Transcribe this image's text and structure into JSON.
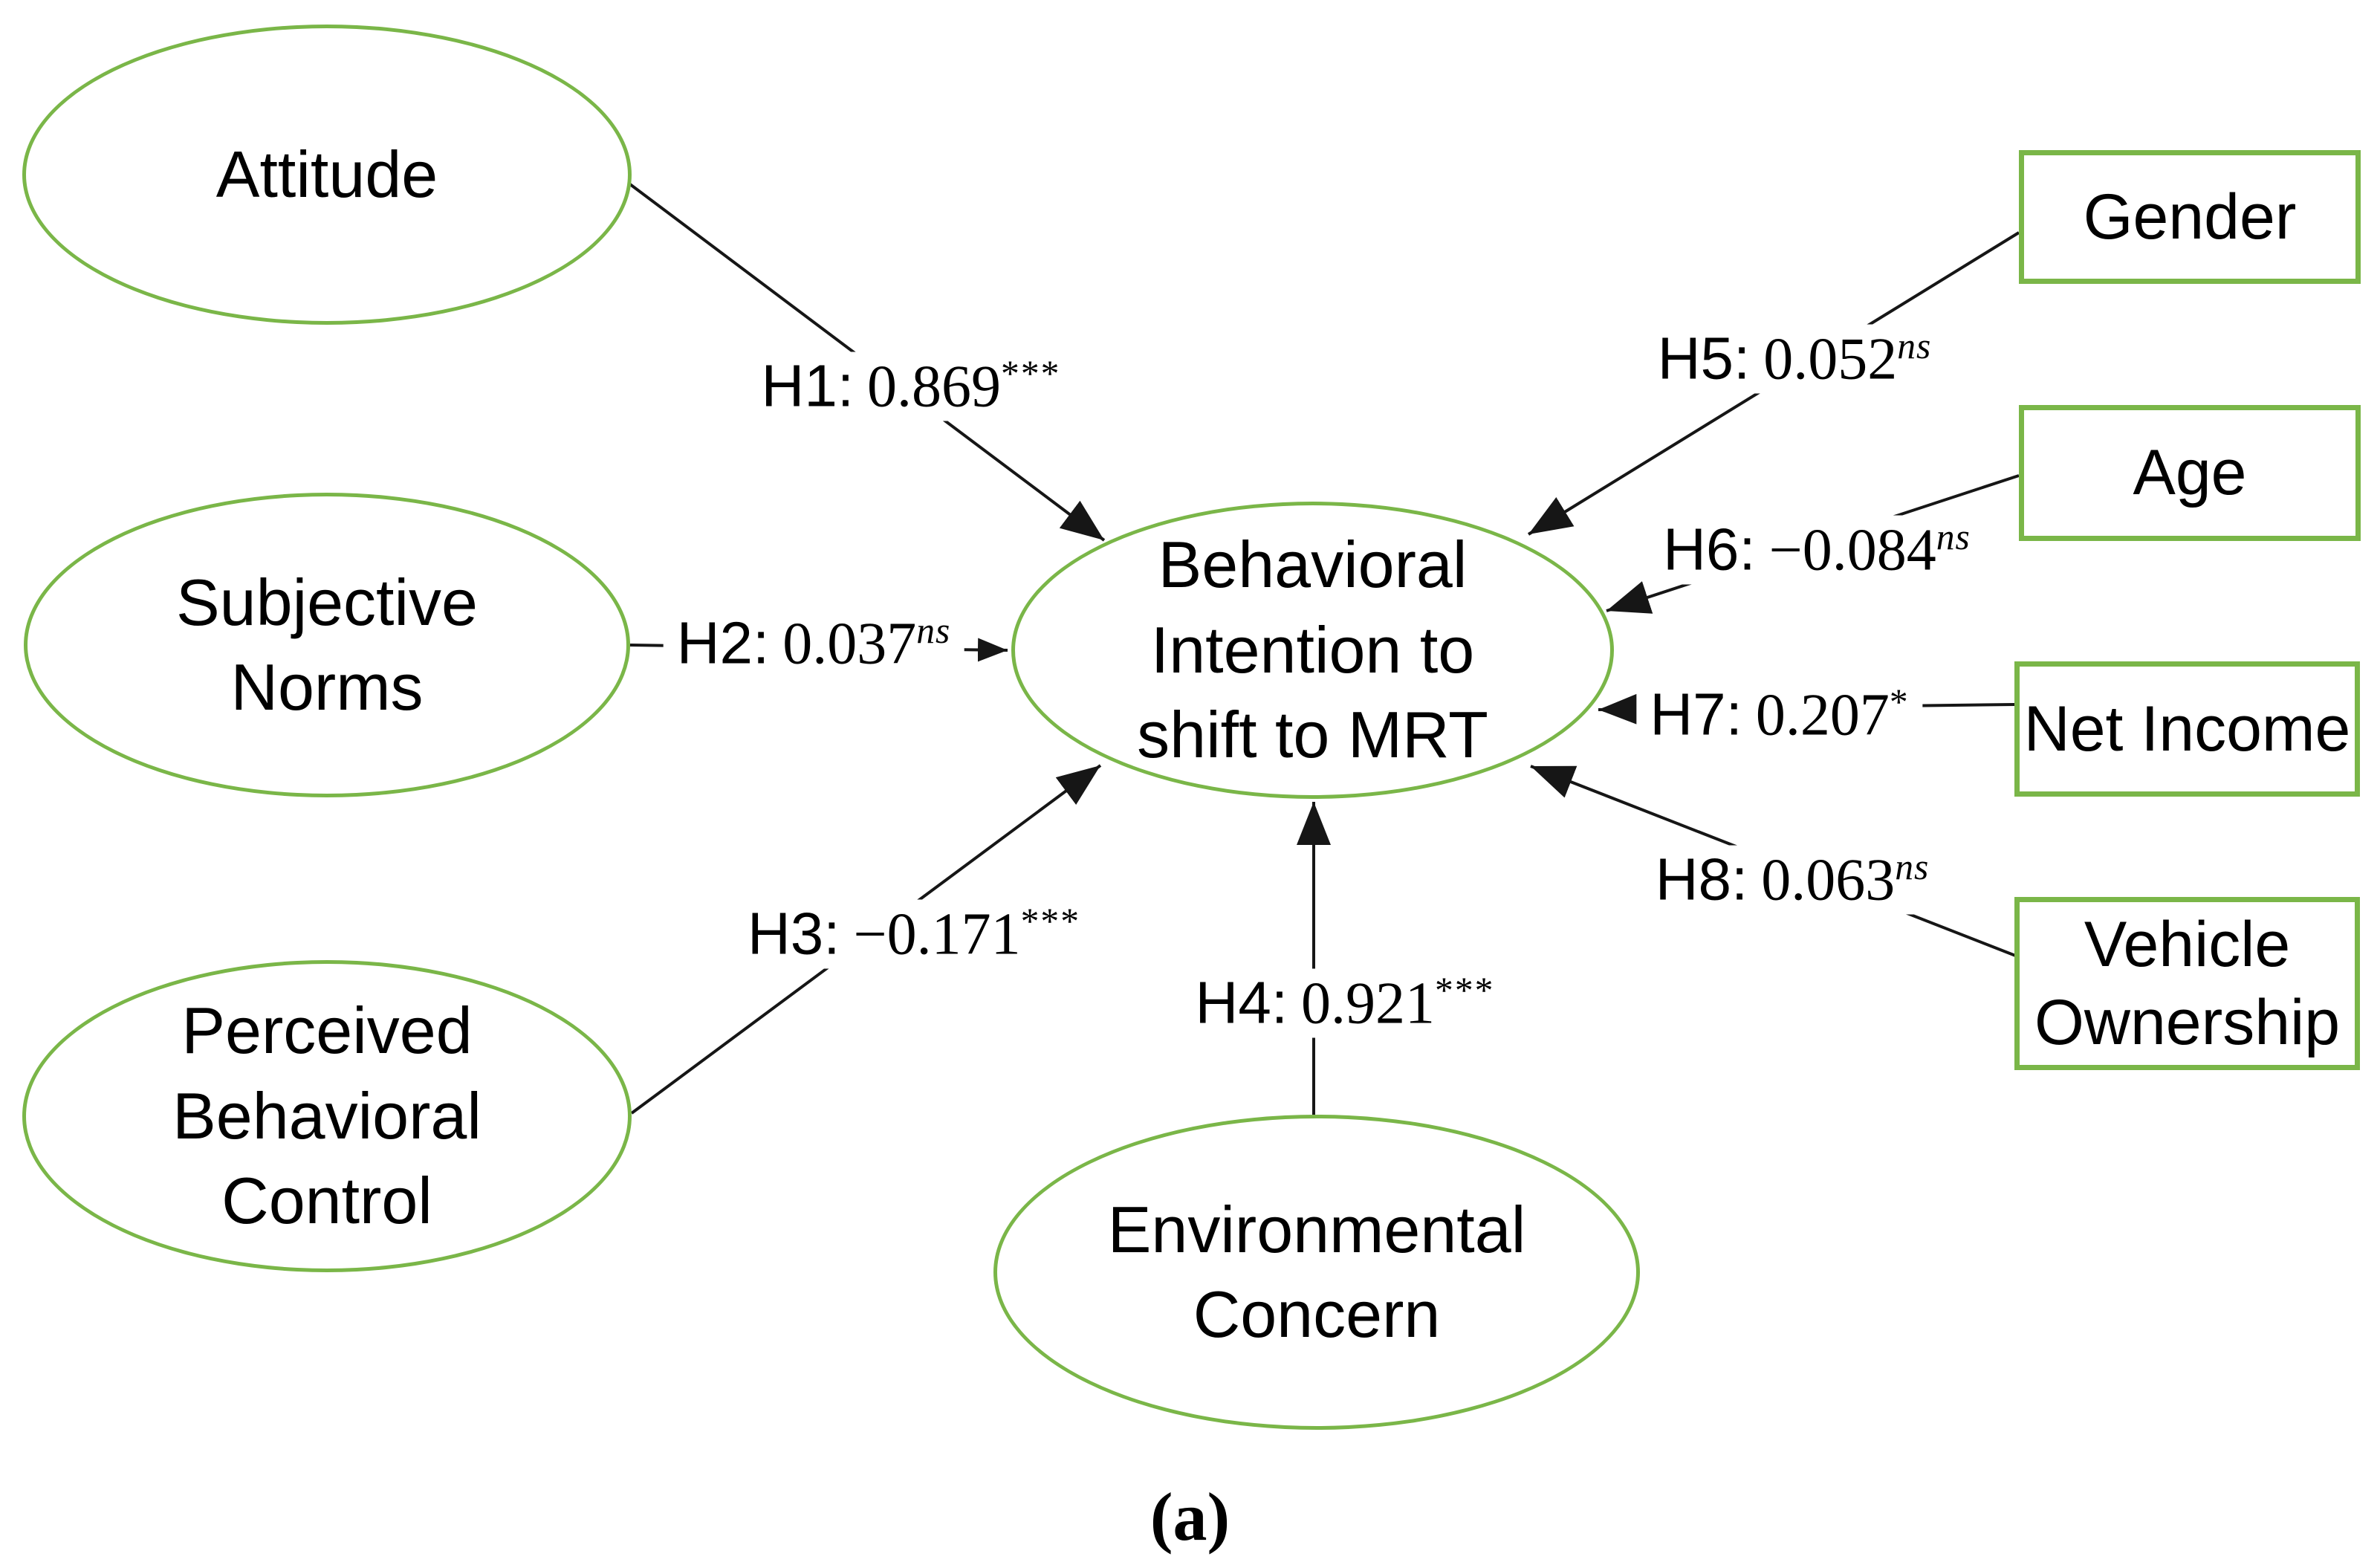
{
  "figure": {
    "caption": "(a)",
    "colors": {
      "node_border": "#7ab648",
      "line": "#161616",
      "text": "#000000",
      "bg": "#ffffff"
    }
  },
  "nodes": {
    "latent": [
      {
        "id": "attitude",
        "label": "Attitude"
      },
      {
        "id": "subjective-norms",
        "label": "Subjective Norms"
      },
      {
        "id": "perceived-behavioral-control",
        "label": "Perceived Behavioral Control"
      },
      {
        "id": "environmental-concern",
        "label": "Environmental Concern"
      },
      {
        "id": "behavioral-intention",
        "label": "Behavioral Intention to shift to MRT"
      }
    ],
    "observed": [
      {
        "id": "gender",
        "label": "Gender"
      },
      {
        "id": "age",
        "label": "Age"
      },
      {
        "id": "net-income",
        "label": "Net Income"
      },
      {
        "id": "vehicle-ownership",
        "label": "Vehicle Ownership"
      }
    ]
  },
  "paths": [
    {
      "id": "H1",
      "from": "Attitude",
      "to": "Behavioral Intention to shift to MRT",
      "hypothesis": "H1:",
      "value": "0.869",
      "significance": "***"
    },
    {
      "id": "H2",
      "from": "Subjective Norms",
      "to": "Behavioral Intention to shift to MRT",
      "hypothesis": "H2:",
      "value": "0.037",
      "significance": "ns"
    },
    {
      "id": "H3",
      "from": "Perceived Behavioral Control",
      "to": "Behavioral Intention to shift to MRT",
      "hypothesis": "H3:",
      "value": "−0.171",
      "significance": "***"
    },
    {
      "id": "H4",
      "from": "Environmental Concern",
      "to": "Behavioral Intention to shift to MRT",
      "hypothesis": "H4:",
      "value": "0.921",
      "significance": "***"
    },
    {
      "id": "H5",
      "from": "Gender",
      "to": "Behavioral Intention to shift to MRT",
      "hypothesis": "H5:",
      "value": "0.052",
      "significance": "ns"
    },
    {
      "id": "H6",
      "from": "Age",
      "to": "Behavioral Intention to shift to MRT",
      "hypothesis": "H6:",
      "value": "−0.084",
      "significance": "ns"
    },
    {
      "id": "H7",
      "from": "Net Income",
      "to": "Behavioral Intention to shift to MRT",
      "hypothesis": "H7:",
      "value": "0.207",
      "significance": "*"
    },
    {
      "id": "H8",
      "from": "Vehicle Ownership",
      "to": "Behavioral Intention to shift to MRT",
      "hypothesis": "H8:",
      "value": "0.063",
      "significance": "ns"
    }
  ]
}
